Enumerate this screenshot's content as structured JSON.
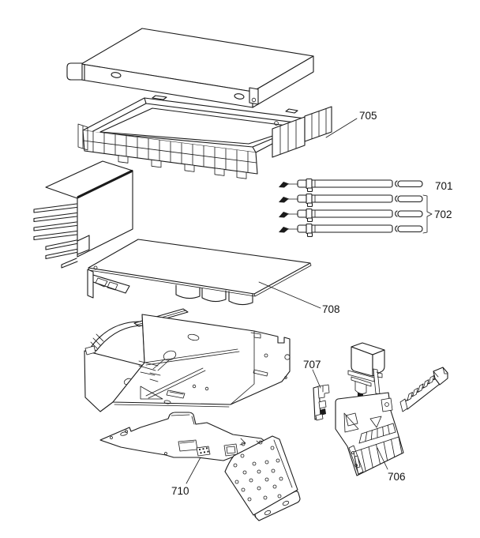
{
  "diagram": {
    "background_color": "#ffffff",
    "line_color": "#1a1a1a",
    "callouts": {
      "p701": "701",
      "p702": "702",
      "p705": "705",
      "p706": "706",
      "p707": "707",
      "p708": "708",
      "p710": "710"
    }
  }
}
